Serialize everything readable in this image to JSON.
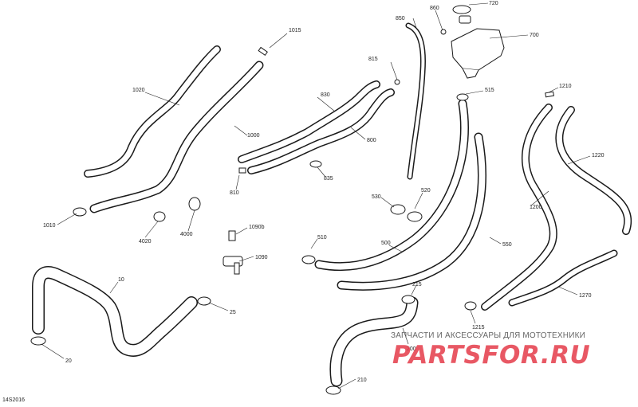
{
  "diagram": {
    "document_code": "14S2016",
    "callouts": [
      "720",
      "860",
      "850",
      "700",
      "1015",
      "815",
      "1020",
      "830",
      "515",
      "1210",
      "1000",
      "800",
      "835",
      "810",
      "1220",
      "1200",
      "530",
      "520",
      "1010",
      "4020",
      "4000",
      "1090b",
      "510",
      "500",
      "550",
      "1090",
      "1270",
      "10",
      "215",
      "25",
      "1215",
      "200",
      "20",
      "210"
    ]
  },
  "watermark": {
    "caption": "ЗАПЧАСТИ И АКСЕССУАРЫ ДЛЯ МОТОТЕХНИКИ",
    "logo": "PARTSFOR.RU",
    "color": "#e53b4a"
  }
}
